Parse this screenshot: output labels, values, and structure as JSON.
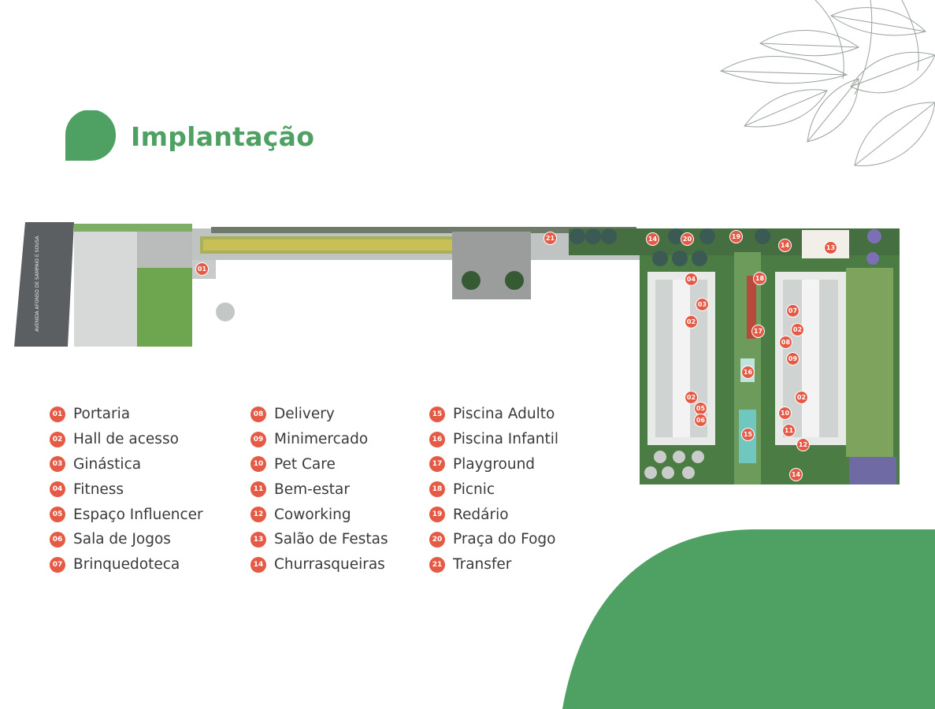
{
  "title": "Implantação",
  "street_label": "AVENIDA AFONSO DE SAMPAIO E SOUSA",
  "colors": {
    "brand_green": "#4fa063",
    "badge_red": "#e55a45",
    "text": "#3a3a3a"
  },
  "legend": {
    "col1": [
      {
        "num": "01",
        "label": "Portaria"
      },
      {
        "num": "02",
        "label": "Hall de acesso"
      },
      {
        "num": "03",
        "label": "Ginástica"
      },
      {
        "num": "04",
        "label": "Fitness"
      },
      {
        "num": "05",
        "label": "Espaço Influencer"
      },
      {
        "num": "06",
        "label": "Sala de Jogos"
      },
      {
        "num": "07",
        "label": "Brinquedoteca"
      }
    ],
    "col2": [
      {
        "num": "08",
        "label": "Delivery"
      },
      {
        "num": "09",
        "label": "Minimercado"
      },
      {
        "num": "10",
        "label": "Pet Care"
      },
      {
        "num": "11",
        "label": "Bem-estar"
      },
      {
        "num": "12",
        "label": "Coworking"
      },
      {
        "num": "13",
        "label": "Salão de Festas"
      },
      {
        "num": "14",
        "label": "Churrasqueiras"
      }
    ],
    "col3": [
      {
        "num": "15",
        "label": "Piscina Adulto"
      },
      {
        "num": "16",
        "label": "Piscina Infantil"
      },
      {
        "num": "17",
        "label": "Playground"
      },
      {
        "num": "18",
        "label": "Picnic"
      },
      {
        "num": "19",
        "label": "Redário"
      },
      {
        "num": "20",
        "label": "Praça do Fogo"
      },
      {
        "num": "21",
        "label": "Transfer"
      }
    ]
  },
  "map_markers": [
    "01",
    "21",
    "14",
    "20",
    "19",
    "14",
    "13",
    "04",
    "18",
    "03",
    "02",
    "07",
    "02",
    "17",
    "08",
    "09",
    "16",
    "02",
    "05",
    "06",
    "02",
    "10",
    "15",
    "11",
    "12",
    "14"
  ]
}
